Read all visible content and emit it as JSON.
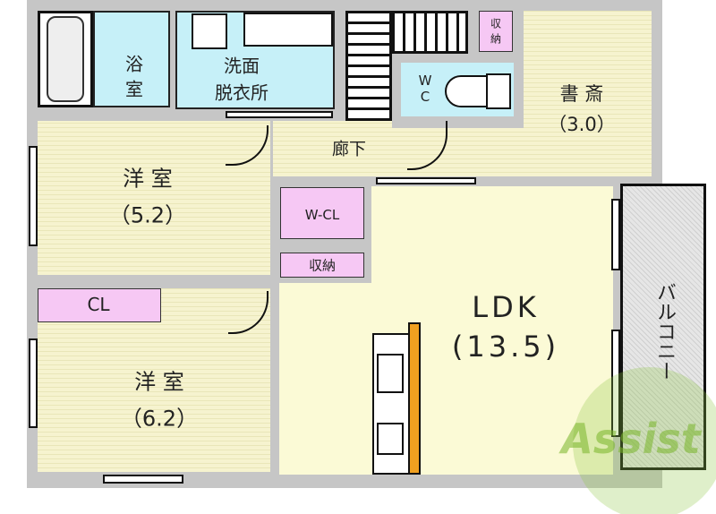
{
  "rooms": {
    "bath": "浴\n室",
    "bath_1": "浴",
    "bath_2": "室",
    "washroom_1": "洗面",
    "washroom_2": "脱衣所",
    "storage_small_1": "収",
    "storage_small_2": "納",
    "wc_1": "W",
    "wc_2": "C",
    "study_name": "書 斎",
    "study_size": "（3.0）",
    "hallway": "廊下",
    "western1_name": "洋 室",
    "western1_size": "（5.2）",
    "wcl": "W-CL",
    "storage": "収納",
    "cl": "CL",
    "western2_name": "洋 室",
    "western2_size": "（6.2）",
    "ldk_name": "LDK",
    "ldk_size": "(13.5)",
    "balcony": "バルコニー"
  },
  "logo": "Assist",
  "colors": {
    "wall": "#c6c6c6",
    "room": "#f6f3cf",
    "wet": "#c6f0f8",
    "closet": "#f6c8f4",
    "kitchen_counter": "#f0a020",
    "logo": "#8cc63f"
  }
}
